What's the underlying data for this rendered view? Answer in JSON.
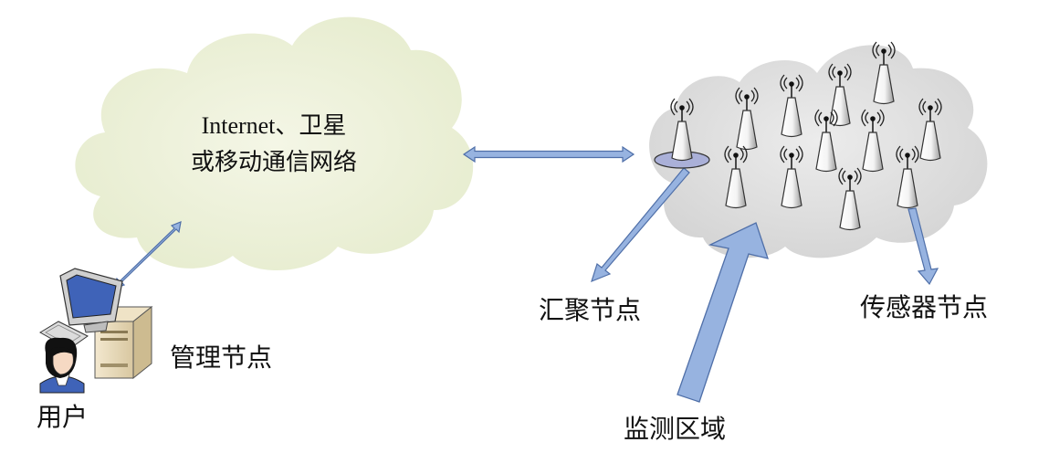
{
  "internet_cloud": {
    "line1": "Internet、卫星",
    "line2": "或移动通信网络"
  },
  "labels": {
    "sink_node": "汇聚节点",
    "sensor_node": "传感器节点",
    "management_node": "管理节点",
    "user": "用户",
    "monitoring_area": "监测区域"
  },
  "colors": {
    "internet_cloud_fill": "#eef2dc",
    "sensor_cloud_fill": "#e3e3e3",
    "arrow_fill": "#97b3e0",
    "arrow_stroke": "#4f6fa8",
    "sink_base": "#aab0d8",
    "antenna": "#222222",
    "monitor_blue": "#3f63b8",
    "hair": "#111111"
  },
  "icons": [
    "antenna-tower-icon",
    "sink-node-icon",
    "computer-icon",
    "user-avatar-icon"
  ]
}
